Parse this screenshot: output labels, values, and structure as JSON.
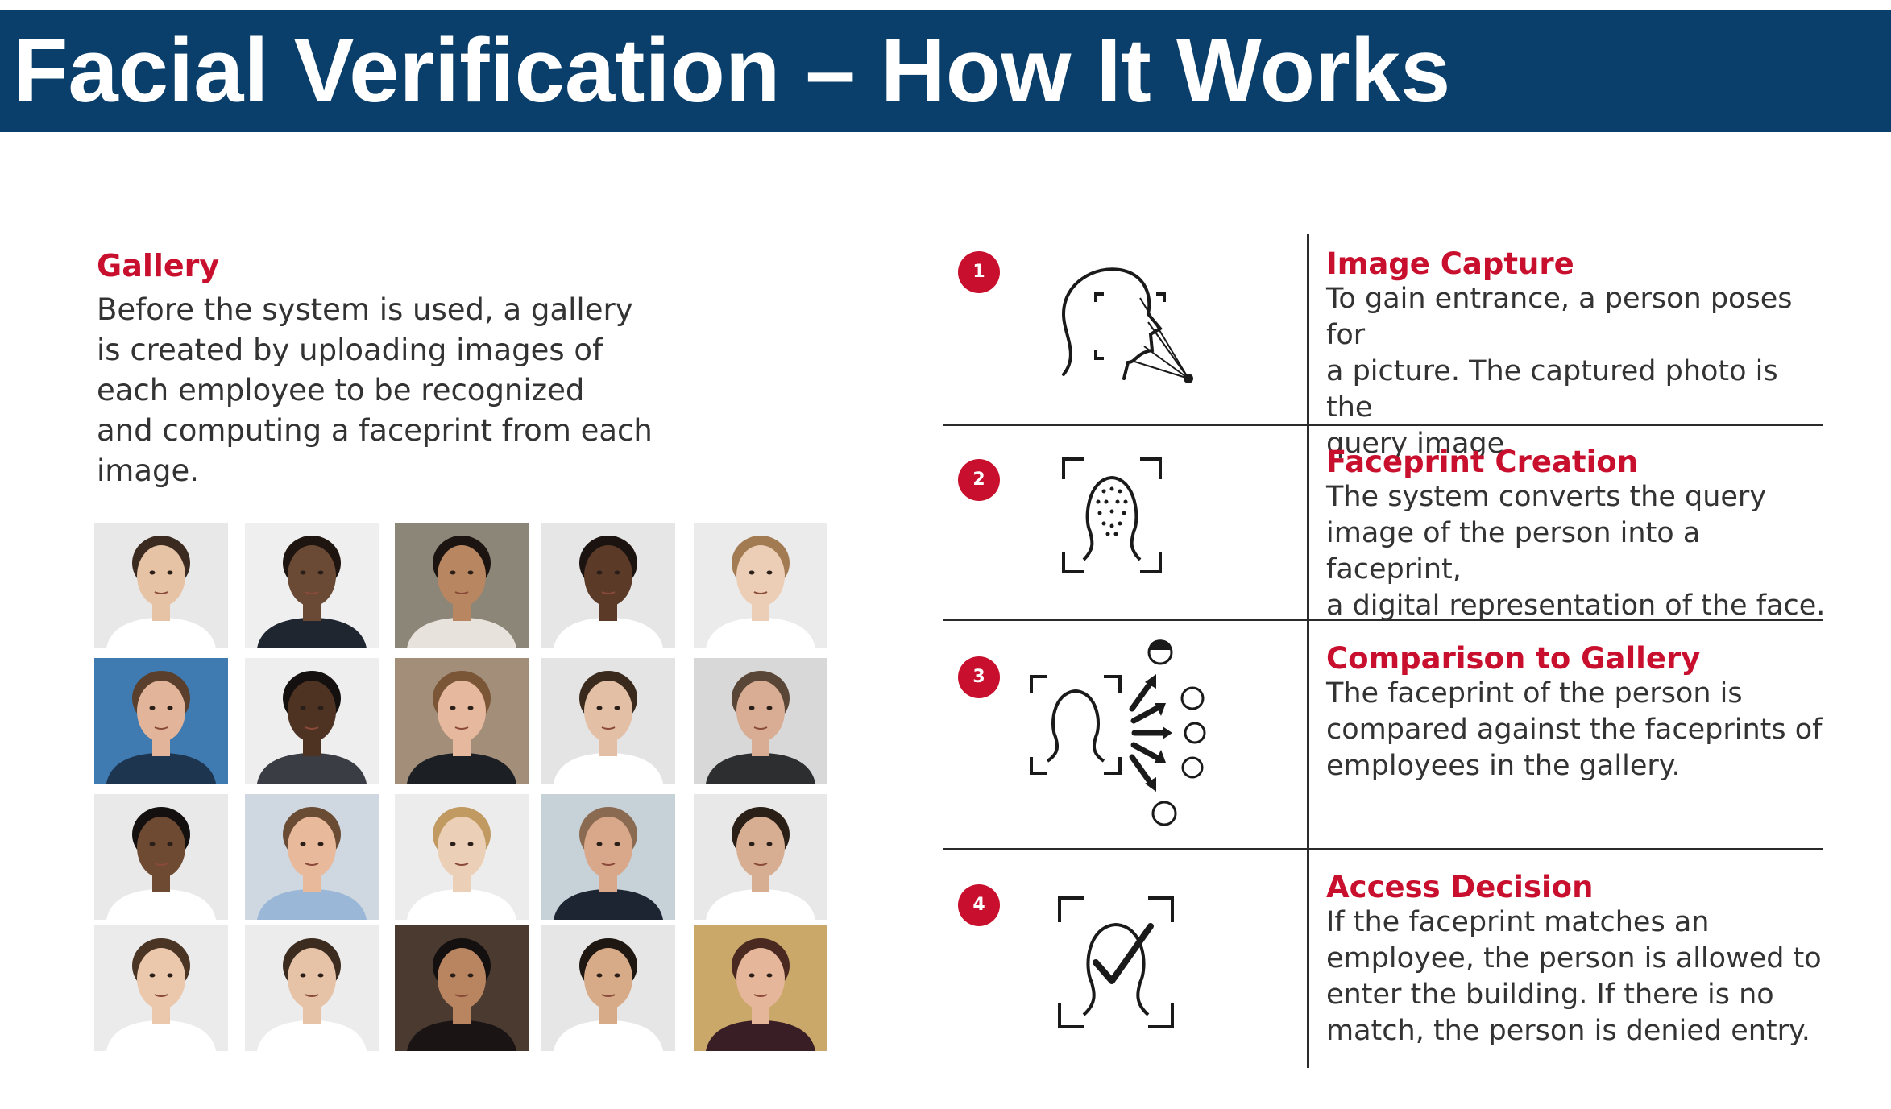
{
  "header": {
    "title": "Facial Verification – How It Works"
  },
  "gallery": {
    "heading": "Gallery",
    "lines": [
      "Before the system is used, a gallery",
      "is created by uploading images of",
      "each employee  to be recognized",
      "and computing a faceprint from each",
      "image."
    ],
    "photos": [
      {
        "bg": "#e8e8e8",
        "skin": "#e7c3a6",
        "hair": "#3a2a20",
        "shirt": "#ffffff"
      },
      {
        "bg": "#efefef",
        "skin": "#6b4a35",
        "hair": "#1e1510",
        "shirt": "#1f2630"
      },
      {
        "bg": "#8c8678",
        "skin": "#b88661",
        "hair": "#1c1410",
        "shirt": "#e8e2dc"
      },
      {
        "bg": "#e6e6e6",
        "skin": "#5b3a28",
        "hair": "#1a1310",
        "shirt": "#ffffff"
      },
      {
        "bg": "#ebebeb",
        "skin": "#eccdb5",
        "hair": "#a37b52",
        "shirt": "#ffffff"
      },
      {
        "bg": "#3f7ab0",
        "skin": "#e2b49a",
        "hair": "#5a3f2c",
        "shirt": "#1e3550"
      },
      {
        "bg": "#eeeeee",
        "skin": "#4e3222",
        "hair": "#151010",
        "shirt": "#3a3d44"
      },
      {
        "bg": "#a38e7a",
        "skin": "#e6b89d",
        "hair": "#7a5536",
        "shirt": "#1c1f24"
      },
      {
        "bg": "#e4e4e4",
        "skin": "#e3bfa5",
        "hair": "#3a2a1e",
        "shirt": "#ffffff"
      },
      {
        "bg": "#d8d8d8",
        "skin": "#d9ad94",
        "hair": "#5a4636",
        "shirt": "#2c2e30"
      },
      {
        "bg": "#e9e9e9",
        "skin": "#6f4a32",
        "hair": "#141010",
        "shirt": "#ffffff"
      },
      {
        "bg": "#cfd8e0",
        "skin": "#e8b99b",
        "hair": "#6a4c34",
        "shirt": "#9bb7d8"
      },
      {
        "bg": "#ececec",
        "skin": "#eccfb7",
        "hair": "#c19a62",
        "shirt": "#ffffff"
      },
      {
        "bg": "#c7d1d8",
        "skin": "#d9a78a",
        "hair": "#8a6a50",
        "shirt": "#1d2532"
      },
      {
        "bg": "#e8e8e8",
        "skin": "#d8ae92",
        "hair": "#2b2018",
        "shirt": "#ffffff"
      },
      {
        "bg": "#ebebeb",
        "skin": "#ebc7ac",
        "hair": "#4a3424",
        "shirt": "#ffffff"
      },
      {
        "bg": "#ececec",
        "skin": "#e6c2a6",
        "hair": "#3c2c20",
        "shirt": "#ffffff"
      },
      {
        "bg": "#4a3a30",
        "skin": "#b98561",
        "hair": "#151010",
        "shirt": "#1b1414"
      },
      {
        "bg": "#e6e6e6",
        "skin": "#d7aa88",
        "hair": "#1e1712",
        "shirt": "#ffffff"
      },
      {
        "bg": "#c9a86a",
        "skin": "#e6b69a",
        "hair": "#4a2a20",
        "shirt": "#3a1e26"
      }
    ]
  },
  "steps": [
    {
      "number": "1",
      "title": "Image Capture",
      "lines": [
        "To gain entrance, a person poses for",
        "a picture. The captured photo is the",
        "query image."
      ]
    },
    {
      "number": "2",
      "title": "Faceprint Creation",
      "lines": [
        "The system converts the query",
        "image of the person into a faceprint,",
        "a digital representation of the face."
      ]
    },
    {
      "number": "3",
      "title": "Comparison to Gallery",
      "lines": [
        "The faceprint of the person  is",
        "compared against the faceprints of",
        "employees in the gallery."
      ]
    },
    {
      "number": "4",
      "title": "Access Decision",
      "lines": [
        "If the faceprint matches an",
        "employee, the person is allowed to",
        "enter the building. If there is no",
        "match, the person is denied entry."
      ]
    }
  ],
  "colors": {
    "header_bg": "#0b3f6b",
    "accent_red": "#c8102e",
    "text": "#333333"
  }
}
